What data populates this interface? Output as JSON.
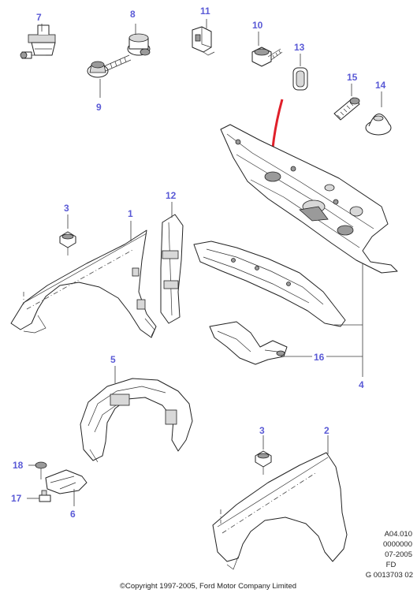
{
  "callouts": {
    "c1": "1",
    "c2": "2",
    "c3a": "3",
    "c3b": "3",
    "c4": "4",
    "c5": "5",
    "c6": "6",
    "c7": "7",
    "c8": "8",
    "c9": "9",
    "c10": "10",
    "c11": "11",
    "c12": "12",
    "c13": "13",
    "c14": "14",
    "c15": "15",
    "c16": "16",
    "c17": "17",
    "c18": "18"
  },
  "reference": {
    "line1": "A04.010",
    "line2": "0000000",
    "line3": "07-2005",
    "line4": "FD",
    "line5": "G 0013703 02"
  },
  "copyright": "©Copyright 1997-2005, Ford Motor Company Limited",
  "colors": {
    "callout": "#5a5ad6",
    "arrow": "#e0202a"
  }
}
